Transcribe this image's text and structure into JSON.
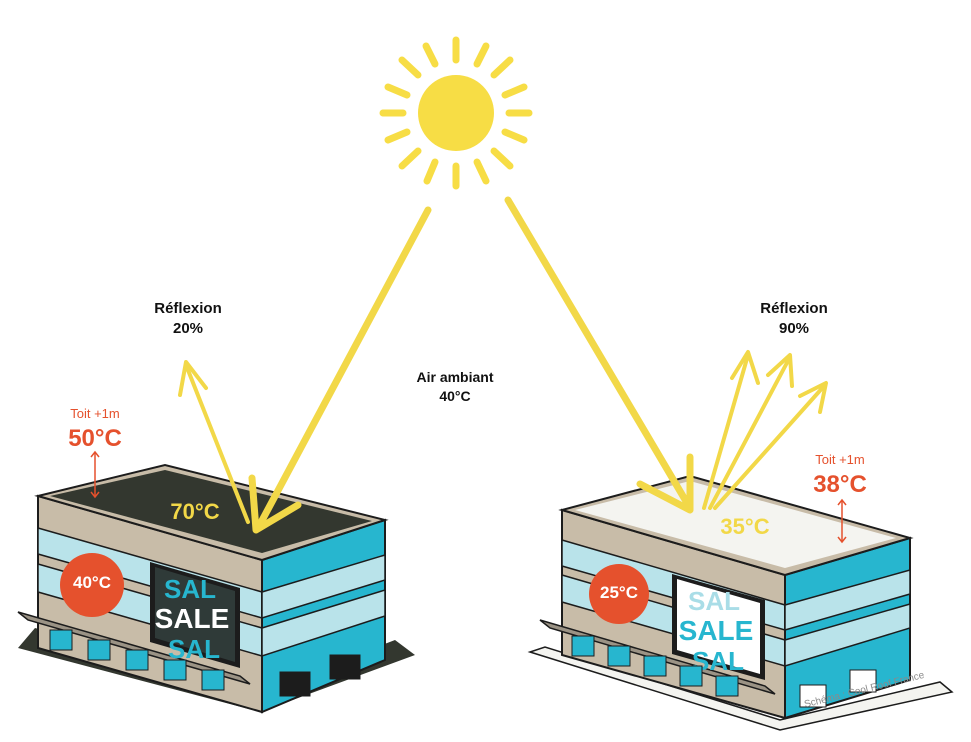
{
  "colors": {
    "sun": "#f7dd45",
    "arrow": "#f2d848",
    "teal": "#27b6cf",
    "glass": "#b9e3ea",
    "beige": "#c8bca8",
    "dark_roof": "#33372f",
    "white_roof": "#f4f4f0",
    "orange": "#e5512d",
    "outline": "#1c1c1c"
  },
  "center": {
    "label": "Air ambiant",
    "temp": "40°C"
  },
  "left": {
    "reflection_label": "Réflexion",
    "reflection_pct": "20%",
    "offset_label": "Toit +1m",
    "offset_temp": "50°C",
    "roof_temp": "70°C",
    "wall_temp": "40°C",
    "sign_lines": [
      "SAL",
      "SALE",
      "SAL"
    ]
  },
  "right": {
    "reflection_label": "Réflexion",
    "reflection_pct": "90%",
    "offset_label": "Toit +1m",
    "offset_temp": "38°C",
    "roof_temp": "35°C",
    "wall_temp": "25°C",
    "sign_lines": [
      "SAL",
      "SALE",
      "SAL"
    ]
  },
  "credit": "Schéma : Cool Roof France"
}
